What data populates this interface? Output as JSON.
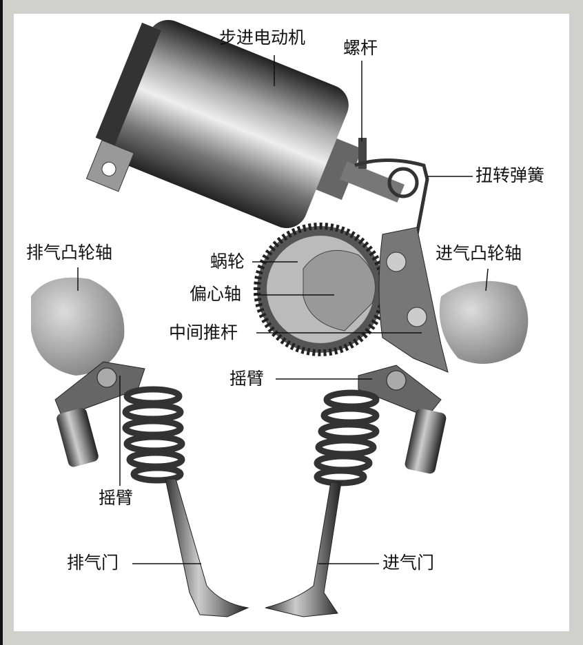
{
  "labels": {
    "stepper_motor": "步进电动机",
    "worm_screw": "螺杆",
    "torsion_spring": "扭转弹簧",
    "exhaust_camshaft": "排气凸轮轴",
    "worm_gear": "蜗轮",
    "intake_camshaft": "进气凸轮轴",
    "eccentric_shaft": "偏心轴",
    "intermediate_lever": "中间推杆",
    "rocker_arm_intake": "摇臂",
    "rocker_arm_exhaust": "摇臂",
    "exhaust_valve": "排气门",
    "intake_valve": "进气门"
  }
}
